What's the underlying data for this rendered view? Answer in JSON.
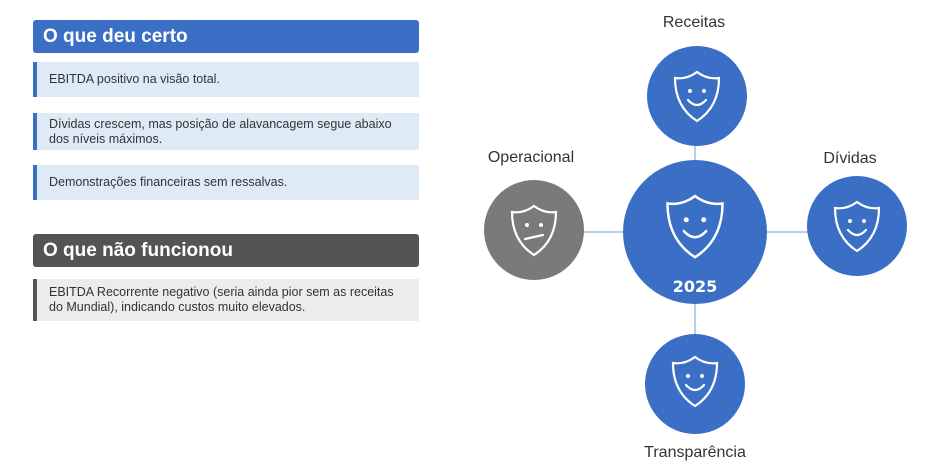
{
  "left": {
    "good_title": "O que deu certo",
    "good_items": [
      "EBITDA positivo na visão total.",
      "Dívidas crescem, mas posição de alavancagem segue abaixo dos níveis máximos.",
      "Demonstrações financeiras sem ressalvas."
    ],
    "bad_title": "O que não funcionou",
    "bad_items": [
      "EBITDA Recorrente negativo (seria ainda pior sem as receitas do Mundial), indicando custos muito elevados."
    ]
  },
  "diagram": {
    "center_label": "2025",
    "nodes": {
      "top": {
        "label": "Receitas",
        "status": "happy"
      },
      "right": {
        "label": "Dívidas",
        "status": "happy"
      },
      "bottom": {
        "label": "Transparência",
        "status": "happy"
      },
      "left": {
        "label": "Operacional",
        "status": "neutral"
      }
    },
    "colors": {
      "positive": "#3a6fc5",
      "neutral": "#7a7a7a",
      "connector": "#b7cde9"
    }
  }
}
